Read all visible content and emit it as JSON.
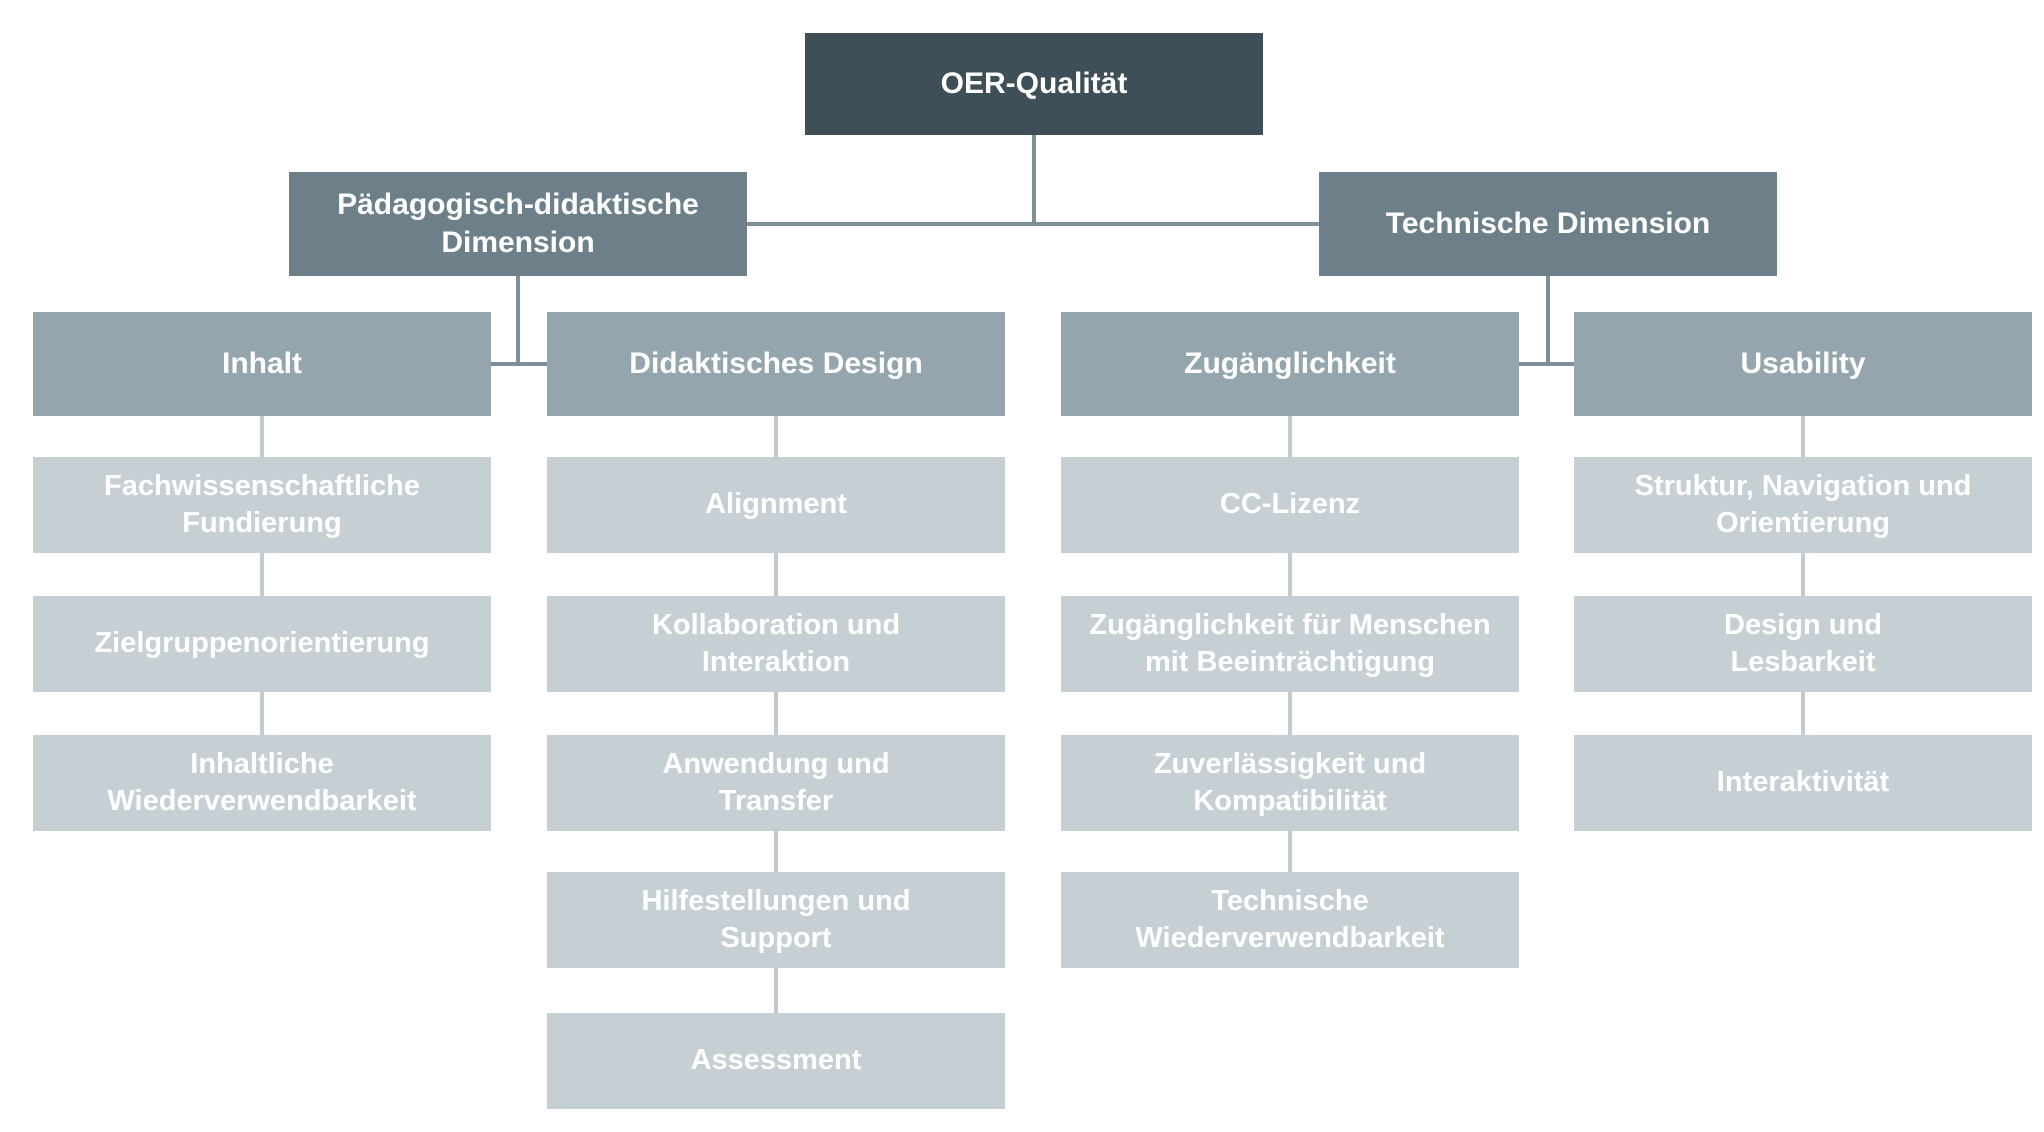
{
  "diagram": {
    "root": {
      "label": "OER-Qualität"
    },
    "dimensions": {
      "paedagogisch": {
        "label": "Pädagogisch-didaktische\nDimension"
      },
      "technisch": {
        "label": "Technische Dimension"
      }
    },
    "columns": [
      {
        "header": "Inhalt",
        "items": [
          "Fachwissenschaftliche\nFundierung",
          "Zielgruppenorientierung",
          "Inhaltliche\nWiederverwendbarkeit"
        ]
      },
      {
        "header": "Didaktisches Design",
        "items": [
          "Alignment",
          "Kollaboration und\nInteraktion",
          "Anwendung und\nTransfer",
          "Hilfestellungen und\nSupport",
          "Assessment"
        ]
      },
      {
        "header": "Zugänglichkeit",
        "items": [
          "CC-Lizenz",
          "Zugänglichkeit für Menschen\nmit Beeinträchtigung",
          "Zuverlässigkeit und\nKompatibilität",
          "Technische\nWiederverwendbarkeit"
        ]
      },
      {
        "header": "Usability",
        "items": [
          "Struktur, Navigation und\nOrientierung",
          "Design und\nLesbarkeit",
          "Interaktivität"
        ]
      }
    ],
    "colors": {
      "root_bg": "#3e4f58",
      "dimension_bg": "#6d808a",
      "header_bg": "#95a5ad",
      "item_bg": "#c6cfd4",
      "connector_dark": "#7d8f98",
      "connector_light": "#c0cacf",
      "text": "#ffffff",
      "background": "#ffffff"
    }
  }
}
